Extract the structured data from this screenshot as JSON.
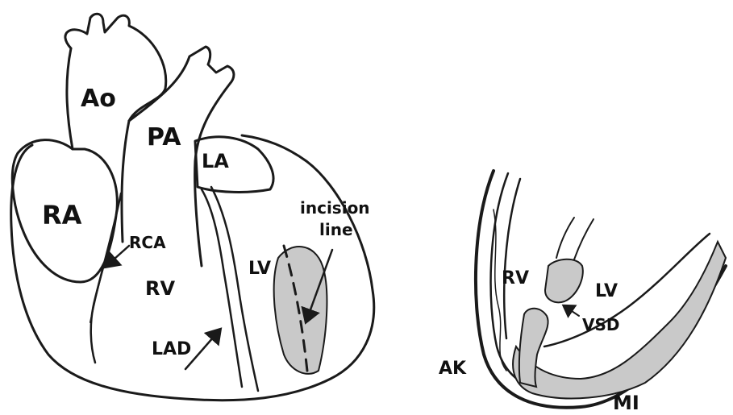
{
  "heart_diagram": {
    "labels": {
      "ao": "Ao",
      "pa": "PA",
      "ra": "RA",
      "la": "LA",
      "rca": "RCA",
      "rv": "RV",
      "lv": "LV",
      "lad": "LAD",
      "incision_line": [
        "incision",
        "line"
      ]
    }
  },
  "section_diagram": {
    "labels": {
      "rv": "RV",
      "lv": "LV",
      "vsd": "VSD",
      "ak": "AK",
      "mi": "MI"
    }
  }
}
